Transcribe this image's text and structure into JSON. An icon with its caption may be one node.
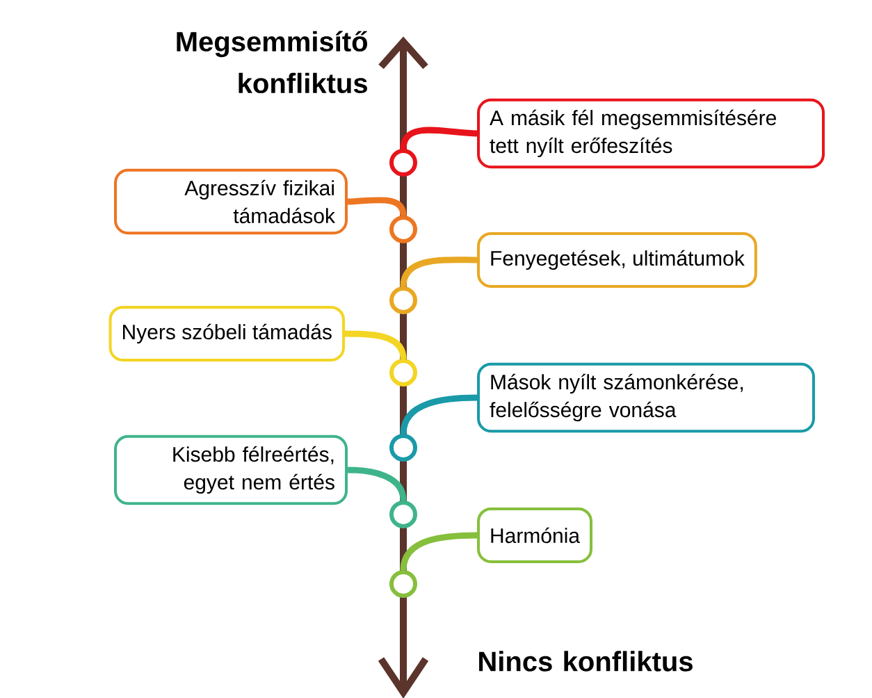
{
  "diagram": {
    "nodes": [
      {
        "text": [
          "A másik fél megsemmisítésére tett nyílt erőfeszítés"
        ]
      },
      {
        "text": [],
        "shape": "circle"
      },
      {
        "text": [
          "Agresszív fizikai támadások"
        ]
      },
      {
        "text": [],
        "shape": "circle"
      },
      {
        "text": [
          "Fenyegetések, ultimátumok"
        ]
      },
      {
        "text": [],
        "shape": "circle"
      },
      {
        "text": [
          "Nyers szóbeli támadás"
        ]
      },
      {
        "text": [],
        "shape": "circle"
      },
      {
        "text": [
          "Mások nyílt számonkérése, felelősségre vonása"
        ]
      },
      {
        "text": [],
        "shape": "circle"
      },
      {
        "text": [
          "Kisebb félreértés, egyet nem értés"
        ]
      },
      {
        "text": [],
        "shape": "circle"
      },
      {
        "text": [
          "Harmónia"
        ]
      },
      {
        "text": [],
        "shape": "circle"
      }
    ],
    "edges": [
      {
        "from": 1,
        "to": 0,
        "arrow": "none",
        "color": "#e8141b"
      },
      {
        "from": 2,
        "to": 3,
        "arrow": "none",
        "color": "#ed7623"
      },
      {
        "from": 5,
        "to": 4,
        "arrow": "none",
        "color": "#e9a823"
      },
      {
        "from": 6,
        "to": 7,
        "arrow": "none",
        "color": "#f3d523"
      },
      {
        "from": 9,
        "to": 8,
        "arrow": "none",
        "color": "#1a9aa8"
      },
      {
        "from": 10,
        "to": 11,
        "arrow": "none",
        "color": "#3fb48a"
      },
      {
        "from": 13,
        "to": 12,
        "arrow": "none",
        "color": "#86bf3c"
      }
    ],
    "labels": [
      "Megsemmisítő konfliktus",
      "Nincs konfliktus"
    ]
  }
}
